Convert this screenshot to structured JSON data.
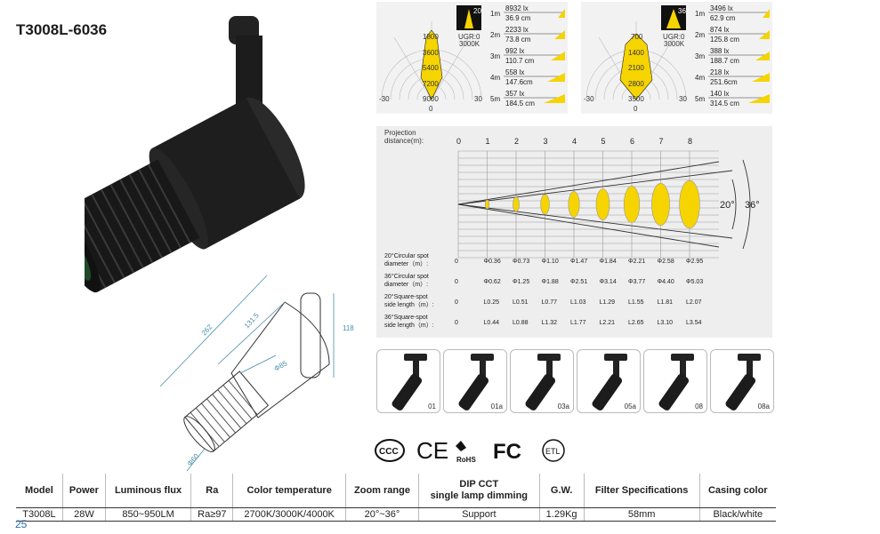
{
  "model_title": "T3008L-6036",
  "page_number": "25",
  "dimension_drawing": {
    "overall_length": "262",
    "mid_length": "131.5",
    "bracket_height": "118",
    "body_diameter": "Φ85",
    "lens_diameter": "Φ60"
  },
  "polar_20": {
    "beam_label": "20°",
    "ugr": "UGR:0",
    "cct": "3000K",
    "rings": [
      "1800",
      "3600",
      "5400",
      "7200",
      "9000"
    ],
    "bottom_value": "0",
    "left_angle": "-30",
    "right_angle": "30",
    "rows": [
      {
        "distance": "1m",
        "lux": "8932 lx",
        "diameter": "36.9 cm"
      },
      {
        "distance": "2m",
        "lux": "2233 lx",
        "diameter": "73.8 cm"
      },
      {
        "distance": "3m",
        "lux": "992 lx",
        "diameter": "110.7 cm"
      },
      {
        "distance": "4m",
        "lux": "558 lx",
        "diameter": "147.6cm"
      },
      {
        "distance": "5m",
        "lux": "357 lx",
        "diameter": "184.5 cm"
      }
    ]
  },
  "polar_36": {
    "beam_label": "36°",
    "ugr": "UGR:0",
    "cct": "3000K",
    "rings": [
      "700",
      "1400",
      "2100",
      "2800",
      "3500"
    ],
    "bottom_value": "0",
    "left_angle": "-30",
    "right_angle": "30",
    "rows": [
      {
        "distance": "1m",
        "lux": "3496 lx",
        "diameter": "62.9 cm"
      },
      {
        "distance": "2m",
        "lux": "874 lx",
        "diameter": "125.8 cm"
      },
      {
        "distance": "3m",
        "lux": "388 lx",
        "diameter": "188.7 cm"
      },
      {
        "distance": "4m",
        "lux": "218 lx",
        "diameter": "251.6cm"
      },
      {
        "distance": "5m",
        "lux": "140 lx",
        "diameter": "314.5 cm"
      }
    ]
  },
  "projection": {
    "distance_label_1": "Projection",
    "distance_label_2": "distance(m):",
    "distances": [
      "0",
      "1",
      "2",
      "3",
      "4",
      "5",
      "6",
      "7",
      "8"
    ],
    "angle_small": "20°",
    "angle_large": "36°",
    "rows": [
      {
        "label_1": "20°Circular spot",
        "label_2": "diameter（m）:",
        "values": [
          "0",
          "Φ0.36",
          "Φ0.73",
          "Φ1.10",
          "Φ1.47",
          "Φ1.84",
          "Φ2.21",
          "Φ2.58",
          "Φ2.95"
        ]
      },
      {
        "label_1": "36°Circular spot",
        "label_2": "diameter（m）:",
        "values": [
          "0",
          "Φ0.62",
          "Φ1.25",
          "Φ1.88",
          "Φ2.51",
          "Φ3.14",
          "Φ3.77",
          "Φ4.40",
          "Φ5.03"
        ]
      },
      {
        "label_1": "20°Square-spot",
        "label_2": "side length（m）:",
        "values": [
          "0",
          "L0.25",
          "L0.51",
          "L0.77",
          "L1.03",
          "L1.29",
          "L1.55",
          "L1.81",
          "L2.07"
        ]
      },
      {
        "label_1": "36°Square-spot",
        "label_2": "side length（m）:",
        "values": [
          "0",
          "L0.44",
          "L0.88",
          "L1.32",
          "L1.77",
          "L2.21",
          "L2.65",
          "L3.10",
          "L3.54"
        ]
      }
    ]
  },
  "mount_variants": [
    "01",
    "01a",
    "03a",
    "05a",
    "08",
    "08a"
  ],
  "certifications": [
    "CCC",
    "CE",
    "RoHS",
    "FC",
    "ETL"
  ],
  "spec_table": {
    "headers": [
      "Model",
      "Power",
      "Luminous flux",
      "Ra",
      "Color temperature",
      "Zoom range",
      "DIP CCT",
      "single lamp dimming",
      "G.W.",
      "Filter Specifications",
      "Casing color"
    ],
    "row": [
      "T3008L",
      "28W",
      "850~950LM",
      "Ra≥97",
      "2700K/3000K/4000K",
      "20°~36°",
      "Support",
      "1.29Kg",
      "58mm",
      "Black/white"
    ]
  },
  "colors": {
    "beam_yellow": "#f5d400",
    "page_number_blue": "#2a6cb0",
    "panel_gray": "#eeeeee"
  }
}
